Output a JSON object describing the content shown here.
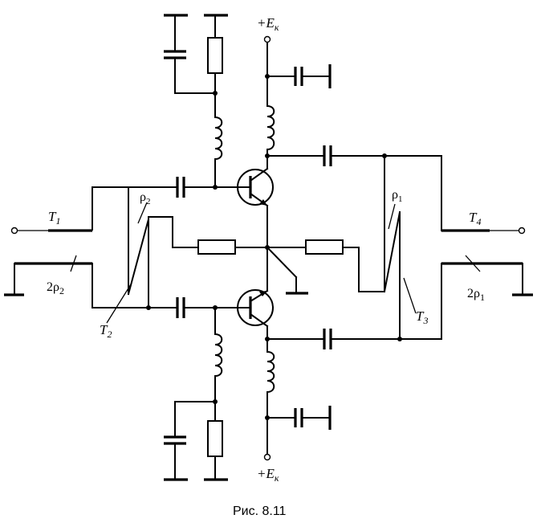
{
  "figure": {
    "caption": "Рис. 8.11",
    "supply_top": "+E",
    "supply_top_sub": "к",
    "supply_bottom": "+E",
    "supply_bottom_sub": "к",
    "labels": {
      "t1": "T",
      "t1_sub": "1",
      "t2": "T",
      "t2_sub": "2",
      "t3": "T",
      "t3_sub": "3",
      "t4": "T",
      "t4_sub": "4",
      "rho2": "ρ",
      "rho2_sub": "2",
      "rho1": "ρ",
      "rho1_sub": "1",
      "imp_left": "2ρ",
      "imp_left_sub": "2",
      "imp_right": "2ρ",
      "imp_right_sub": "1"
    }
  }
}
